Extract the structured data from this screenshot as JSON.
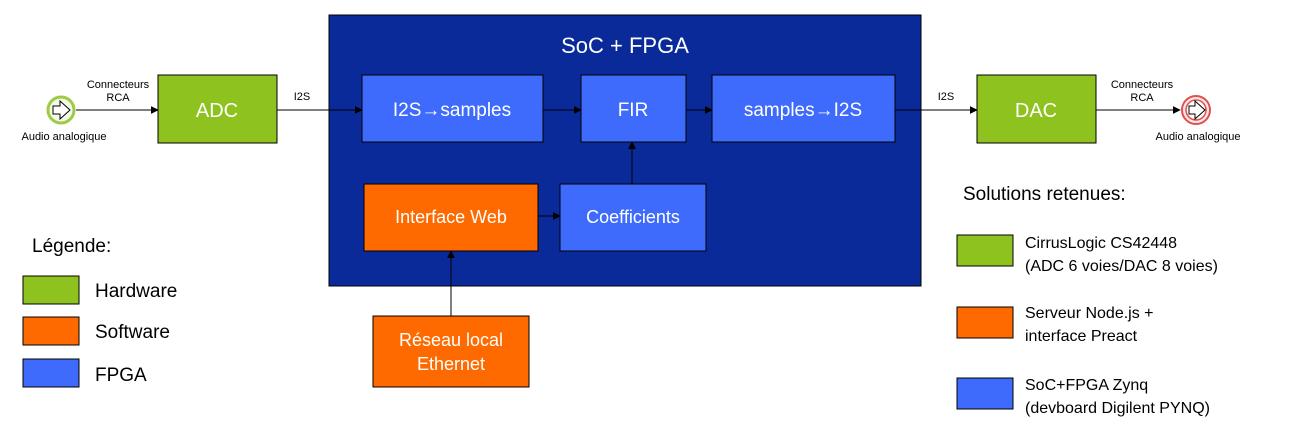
{
  "colors": {
    "hardware": "#8ec21f",
    "software": "#ff6a00",
    "fpga": "#3e6bfb",
    "soc": "#0a2a9a",
    "input_marker": "#9ccc44",
    "output_marker": "#e05050"
  },
  "diagram": {
    "soc_title": "SoC + FPGA",
    "nodes": {
      "adc": "ADC",
      "dac": "DAC",
      "i2s_to_samples": "I2S→samples",
      "fir": "FIR",
      "samples_to_i2s": "samples→I2S",
      "web_interface": "Interface Web",
      "coefficients": "Coefficients",
      "ethernet_line1": "Réseau local",
      "ethernet_line2": "Ethernet"
    },
    "edge_labels": {
      "in_connector_line1": "Connecteurs",
      "in_connector_line2": "RCA",
      "out_connector_line1": "Connecteurs",
      "out_connector_line2": "RCA",
      "i2s_in": "I2S",
      "i2s_out": "I2S"
    },
    "input_label": "Audio analogique",
    "output_label": "Audio analogique",
    "input_marker_icon": "arrow-right-icon",
    "output_marker_icon": "arrow-right-icon"
  },
  "legend": {
    "title": "Légende:",
    "items": [
      {
        "label": "Hardware"
      },
      {
        "label": "Software"
      },
      {
        "label": "FPGA"
      }
    ]
  },
  "solutions": {
    "title": "Solutions retenues:",
    "items": [
      {
        "line1": "CirrusLogic CS42448",
        "line2": "(ADC 6 voies/DAC 8 voies)"
      },
      {
        "line1": "Serveur Node.js +",
        "line2": "interface Preact"
      },
      {
        "line1": "SoC+FPGA Zynq",
        "line2": "(devboard Digilent PYNQ)"
      }
    ]
  }
}
